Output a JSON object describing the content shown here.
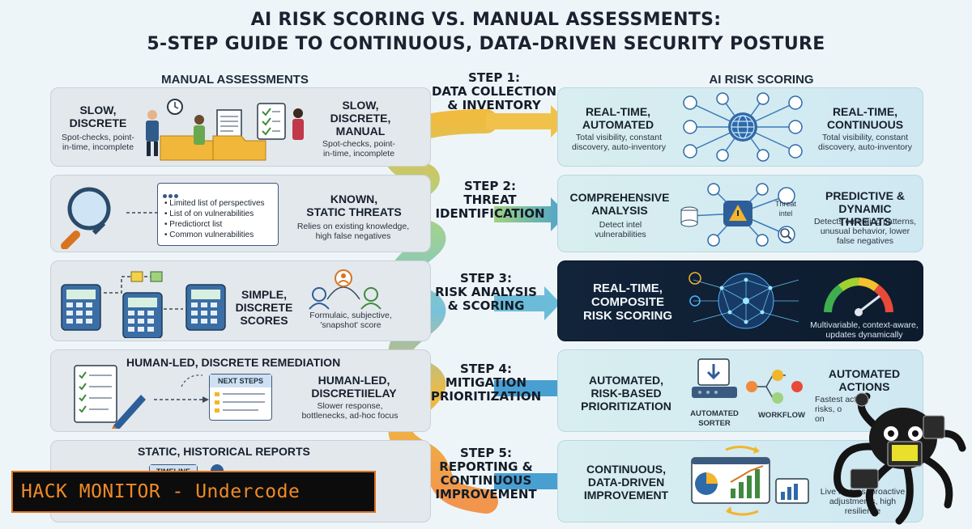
{
  "title": {
    "line1": "AI RISK SCORING VS. MANUAL ASSESSMENTS:",
    "line2": "5-STEP GUIDE TO CONTINUOUS, DATA-DRIVEN SECURITY POSTURE"
  },
  "columns": {
    "left": "MANUAL ASSESSMENTS",
    "right": "AI RISK SCORING"
  },
  "steps": [
    {
      "label_lines": [
        "STEP 1:",
        "DATA COLLECTION",
        "& INVENTORY"
      ],
      "manual": {
        "a_title": [
          "SLOW,",
          "DISCRETE"
        ],
        "a_desc": [
          "Spot-checks, point-",
          "in-time, incomplete"
        ],
        "b_title": [
          "SLOW,",
          "DISCRETE,",
          "MANUAL"
        ],
        "b_desc": [
          "Spot-checks, point-",
          "in-time, incomplete"
        ]
      },
      "ai": {
        "a_title": [
          "REAL-TIME,",
          "AUTOMATED"
        ],
        "a_desc": [
          "Total visibility, constant",
          "discovery, auto-inventory"
        ],
        "b_title": [
          "REAL-TIME,",
          "CONTINUOUS"
        ],
        "b_desc": [
          "Total visibility, constant",
          "discovery, auto-inventory"
        ]
      }
    },
    {
      "label_lines": [
        "STEP 2:",
        "THREAT IDENTIFICATION"
      ],
      "manual": {
        "list": [
          "Limited list of perspectives",
          "List of on vulnerabilities",
          "Predictiorct list",
          "Common vulnerabilities"
        ],
        "b_title": [
          "KNOWN,",
          "STATIC THREATS"
        ],
        "b_desc": [
          "Relies on existing knowledge,",
          "high false negatives"
        ]
      },
      "ai": {
        "a_title": [
          "COMPREHENSIVE",
          "ANALYSIS"
        ],
        "a_desc": [
          "Detect intel",
          "vulnerabilities"
        ],
        "icon_label": [
          "Threat",
          "intel"
        ],
        "b_title": [
          "PREDICTIVE &",
          "DYNAMIC THREATS"
        ],
        "b_desc": [
          "Detects emerging patterns,",
          "unusual behavior, lower",
          "false negatives"
        ]
      }
    },
    {
      "label_lines": [
        "STEP 3:",
        "RISK ANALYSIS",
        "& SCORING"
      ],
      "manual": {
        "b_title": [
          "SIMPLE,",
          "DISCRETE",
          "SCORES"
        ],
        "b_desc": [
          "Formulaic, subjective,",
          "'snapshot' score"
        ]
      },
      "ai": {
        "a_title": [
          "REAL-TIME,",
          "COMPOSITE",
          "RISK SCORING"
        ],
        "b_desc": [
          "Multivariable, context-aware,",
          "updates dynamically"
        ]
      }
    },
    {
      "label_lines": [
        "STEP 4:",
        "MITIGATION",
        "PRIORITIZATION"
      ],
      "manual": {
        "a_title": [
          "HUMAN-LED, DISCRETE REMEDIATION"
        ],
        "box_header": "NEXT STEPS",
        "b_title": [
          "HUMAN-LED,",
          "DISCRETIIELAY"
        ],
        "b_desc": [
          "Slower response,",
          "bottlenecks, ad-hoc focus"
        ]
      },
      "ai": {
        "a_title": [
          "AUTOMATED,",
          "RISK-BASED",
          "PRIORITIZATION"
        ],
        "icon_label_1": [
          "AUTOMATED",
          "SORTER"
        ],
        "icon_label_2": "WORKFLOW",
        "b_title": [
          "AUTOMATED",
          "ACTIONS"
        ],
        "b_desc": [
          "Fastest act",
          "risks, o",
          "on"
        ]
      }
    },
    {
      "label_lines": [
        "STEP 5:",
        "REPORTING &",
        "CONTINUOUS",
        "IMPROVEMENT"
      ],
      "manual": {
        "a_title": [
          "STATIC, HISTORICAL REPORTS"
        ],
        "box_header": "TIMELINE"
      },
      "ai": {
        "a_title": [
          "CONTINUOUS,",
          "DATA-DRIVEN",
          "IMPROVEMENT"
        ],
        "b_desc": [
          "Live metrics, proactive",
          "adjustments, high",
          "resilience"
        ]
      }
    }
  ],
  "watermark": "HACK MONITOR - Undercode",
  "colors": {
    "step1": "#f0b52c",
    "step2": "#9fcf7a",
    "step3": "#6bbcd9",
    "step4": "#f0b52c",
    "step5": "#f28a3a",
    "arrow": "#4a9fd1",
    "dark_panel": "#12243a"
  }
}
